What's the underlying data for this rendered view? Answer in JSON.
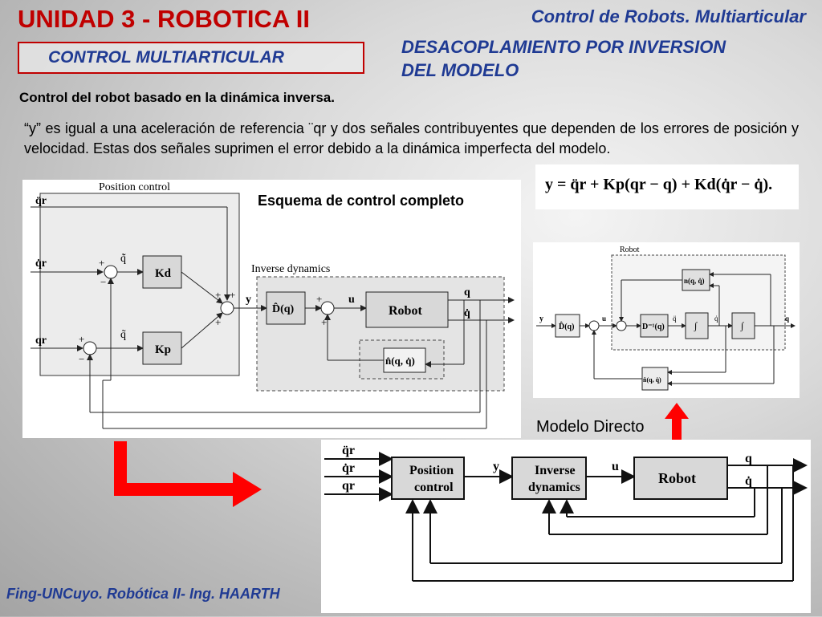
{
  "header": {
    "main_title": "UNIDAD 3 - ROBOTICA II",
    "subtitle": "CONTROL  MULTIARTICULAR",
    "right_title": "Control  de Robots. Multiarticular",
    "section_title_line1": "DESACOPLAMIENTO POR INVERSION",
    "section_title_line2": "DEL MODELO"
  },
  "body": {
    "lead": "Control del robot basado en la dinámica inversa.",
    "paragraph": "“y” es igual a una aceleración de referencia ¨qr y dos señales contribuyentes que dependen de los errores de posición y velocidad. Estas dos señales suprimen el error debido a la dinámica imperfecta del modelo.",
    "scheme_label": "Esquema de control completo",
    "direct_model_label": "Modelo Directo",
    "equation": "y = q̈r + Kp(qr − q) + Kd(q̇r − q̇)."
  },
  "diagram_left": {
    "position_control": "Position control",
    "inverse_dynamics": "Inverse dynamics",
    "kd": "Kd",
    "kp": "Kp",
    "dq": "D̂(q)",
    "robot": "Robot",
    "nqq": "n̂(q, q̇)",
    "y": "y",
    "u": "u",
    "q": "q",
    "qdot": "q̇",
    "qr_ddot": "q̈r",
    "qr_dot": "q̇r",
    "qr": "qr",
    "err_dot": "q̃̇",
    "err": "q̃",
    "plus": "+",
    "minus": "−"
  },
  "diagram_right": {
    "robot": "Robot",
    "nqq": "n(q, q̇)",
    "dinv": "D⁻¹(q)",
    "dq": "D̂(q)",
    "integral": "∫",
    "nhat": "n̂(q, q̇)",
    "y": "y",
    "u": "u",
    "q": "q",
    "qdot": "q̇",
    "qddot": "q̈"
  },
  "diagram_bottom": {
    "position_control_l1": "Position",
    "position_control_l2": "control",
    "inverse_dynamics_l1": "Inverse",
    "inverse_dynamics_l2": "dynamics",
    "robot": "Robot",
    "y": "y",
    "u": "u",
    "q": "q",
    "qdot": "q̇",
    "qr_ddot": "q̈r",
    "qr_dot": "q̇r",
    "qr": "qr"
  },
  "footer": {
    "text": "Fing-UNCuyo. Robótica II- Ing.  HAARTH"
  },
  "colors": {
    "title_red": "#c00000",
    "heading_blue": "#1f3a93",
    "arrow_red": "#ff0000"
  }
}
